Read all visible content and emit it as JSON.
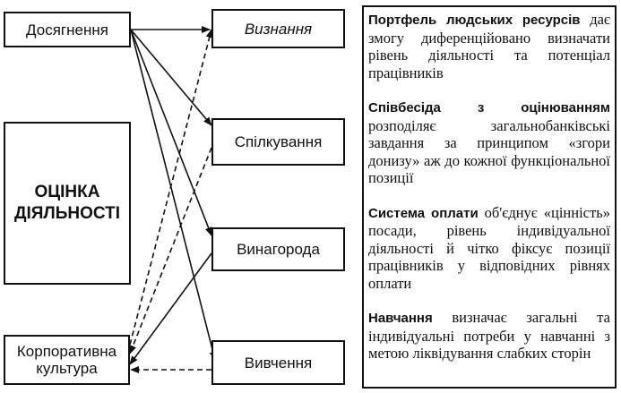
{
  "left_boxes": {
    "achievements": "Досягнення",
    "evaluation_line1": "ОЦІНКА",
    "evaluation_line2": "ДІЯЛЬНОСТІ",
    "culture_line1": "Корпоративна",
    "culture_line2": "культура"
  },
  "middle_boxes": {
    "recognition": "Визнання",
    "communication": "Спілкування",
    "reward": "Винагорода",
    "learning": "Вивчення"
  },
  "descriptions": [
    {
      "term": "Портфель людських ресурсів",
      "text": " дає змогу диференційовано визначати рівень діяльності та потенціал працівників"
    },
    {
      "term": "Співбесіда з оцінюванням",
      "text": " розподіляє загальнобанківські завдання за принципом «згори донизу» аж до кожної функціональної позиції"
    },
    {
      "term": "Система оплати",
      "text": " об'єднує «цінність» посади, рівень індивідуальної діяльності й чітко фіксує позиції працівників у відповідних рівнях оплати"
    },
    {
      "term": "Навчання",
      "text": " визначає загальні та індивідуальні потреби у навчанні з метою ліквідування слабких сторін"
    }
  ]
}
